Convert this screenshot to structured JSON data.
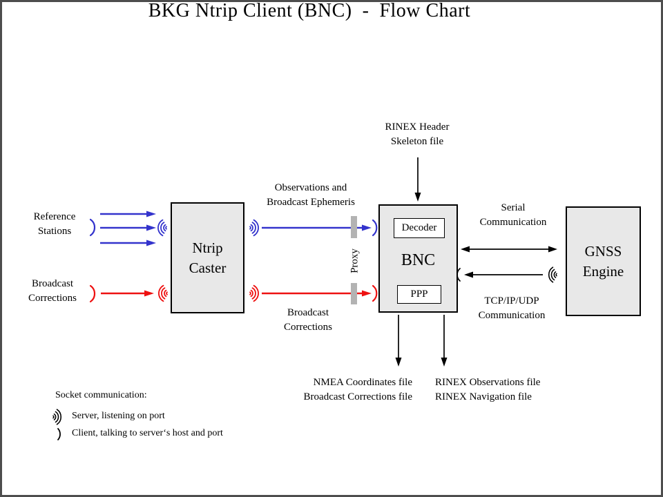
{
  "title": "BKG Ntrip Client (BNC)  -  Flow Chart",
  "colors": {
    "arrow_blue": "#3333cc",
    "arrow_red": "#ee1111",
    "node_fill": "#e8e8e8",
    "proxy_bar_gray": "#b3b3b3",
    "frame_border": "#4d4d4d"
  },
  "nodes": {
    "ntrip_caster": {
      "label": "Ntrip\nCaster"
    },
    "bnc": {
      "label": "BNC",
      "decoder": "Decoder",
      "ppp": "PPP"
    },
    "gnss_engine": {
      "label": "GNSS\nEngine"
    }
  },
  "labels": {
    "reference_stations": "Reference\nStations",
    "broadcast_corrections_left": "Broadcast\nCorrections",
    "observations_ephemeris": "Observations and\nBroadcast Ephemeris",
    "broadcast_corrections_bottom": "Broadcast\nCorrections",
    "rinex_header_skeleton": "RINEX Header\nSkeleton file",
    "serial_communication": "Serial\nCommunication",
    "tcp_communication": "TCP/IP/UDP\nCommunication",
    "proxy": "Proxy",
    "nmea_files": "NMEA Coordinates file\nBroadcast Corrections file",
    "rinex_files": "RINEX Observations file\nRINEX Navigation file"
  },
  "legend": {
    "heading": "Socket communication:",
    "server_item": "Server, listening on port",
    "client_item": "Client, talking to server‘s host and port"
  }
}
